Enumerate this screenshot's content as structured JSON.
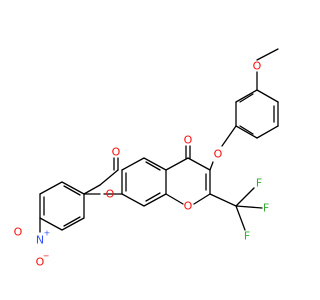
{
  "colors": {
    "carbon_bond": "#000000",
    "oxygen": "#FF0D0D",
    "nitrogen": "#3050F8",
    "fluorine": "#33AA33",
    "background": "#ffffff"
  },
  "atom_labels": {
    "methoxy_oxygen": "O",
    "ether_oxygen": "O",
    "ketone_oxygen": "O",
    "ring_oxygen": "O",
    "ester_oxygen": "O",
    "carbonyl_oxygen": "O",
    "nitro_nitrogen": "N",
    "nitro_nitrogen_charge": "+",
    "nitro_oxygen_upper": "O",
    "nitro_oxygen_lower": "O",
    "nitro_oxygen_charge": "−",
    "fluorine_1": "F",
    "fluorine_2": "F",
    "fluorine_3": "F"
  }
}
